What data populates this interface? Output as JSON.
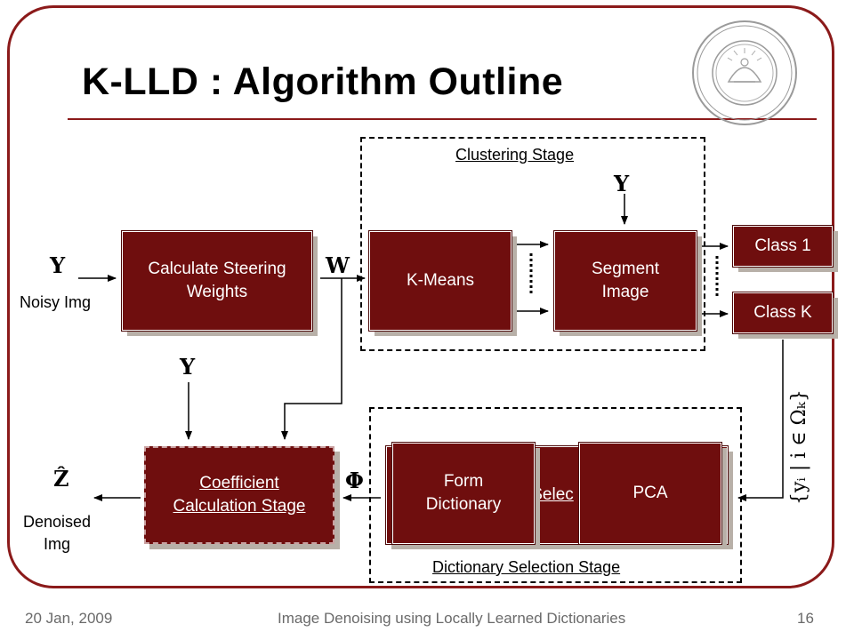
{
  "title": "K-LLD : Algorithm Outline",
  "blocks": {
    "steering": {
      "line1": "Calculate Steering",
      "line2": "Weights"
    },
    "kmeans": "K-Means",
    "segment": {
      "line1": "Segment",
      "line2": "Image"
    },
    "class1": "Class 1",
    "classk": "Class K",
    "coefficient": {
      "line1": "Coefficient",
      "line2": "Calculation Stage"
    },
    "dict_hidden": "Selec",
    "form_dict": {
      "line1": "Form",
      "line2": "Dictionary"
    },
    "pca": "PCA"
  },
  "stages": {
    "clustering": "Clustering Stage",
    "dictionary": "Dictionary Selection Stage"
  },
  "symbols": {
    "Y": "Y",
    "W": "W",
    "Phi": "Φ",
    "Zhat": "Ẑ",
    "set": "{yᵢ | i ∈ Ωₖ}"
  },
  "labels": {
    "noisy": "Noisy Img",
    "denoised_line1": "Denoised",
    "denoised_line2": "Img"
  },
  "footer": {
    "date": "20 Jan, 2009",
    "subtitle": "Image Denoising using Locally Learned Dictionaries",
    "page": "16"
  },
  "colors": {
    "accent": "#8b1a1a",
    "block_fill": "#6f0e0e"
  },
  "seal_icon": "university-seal-icon"
}
